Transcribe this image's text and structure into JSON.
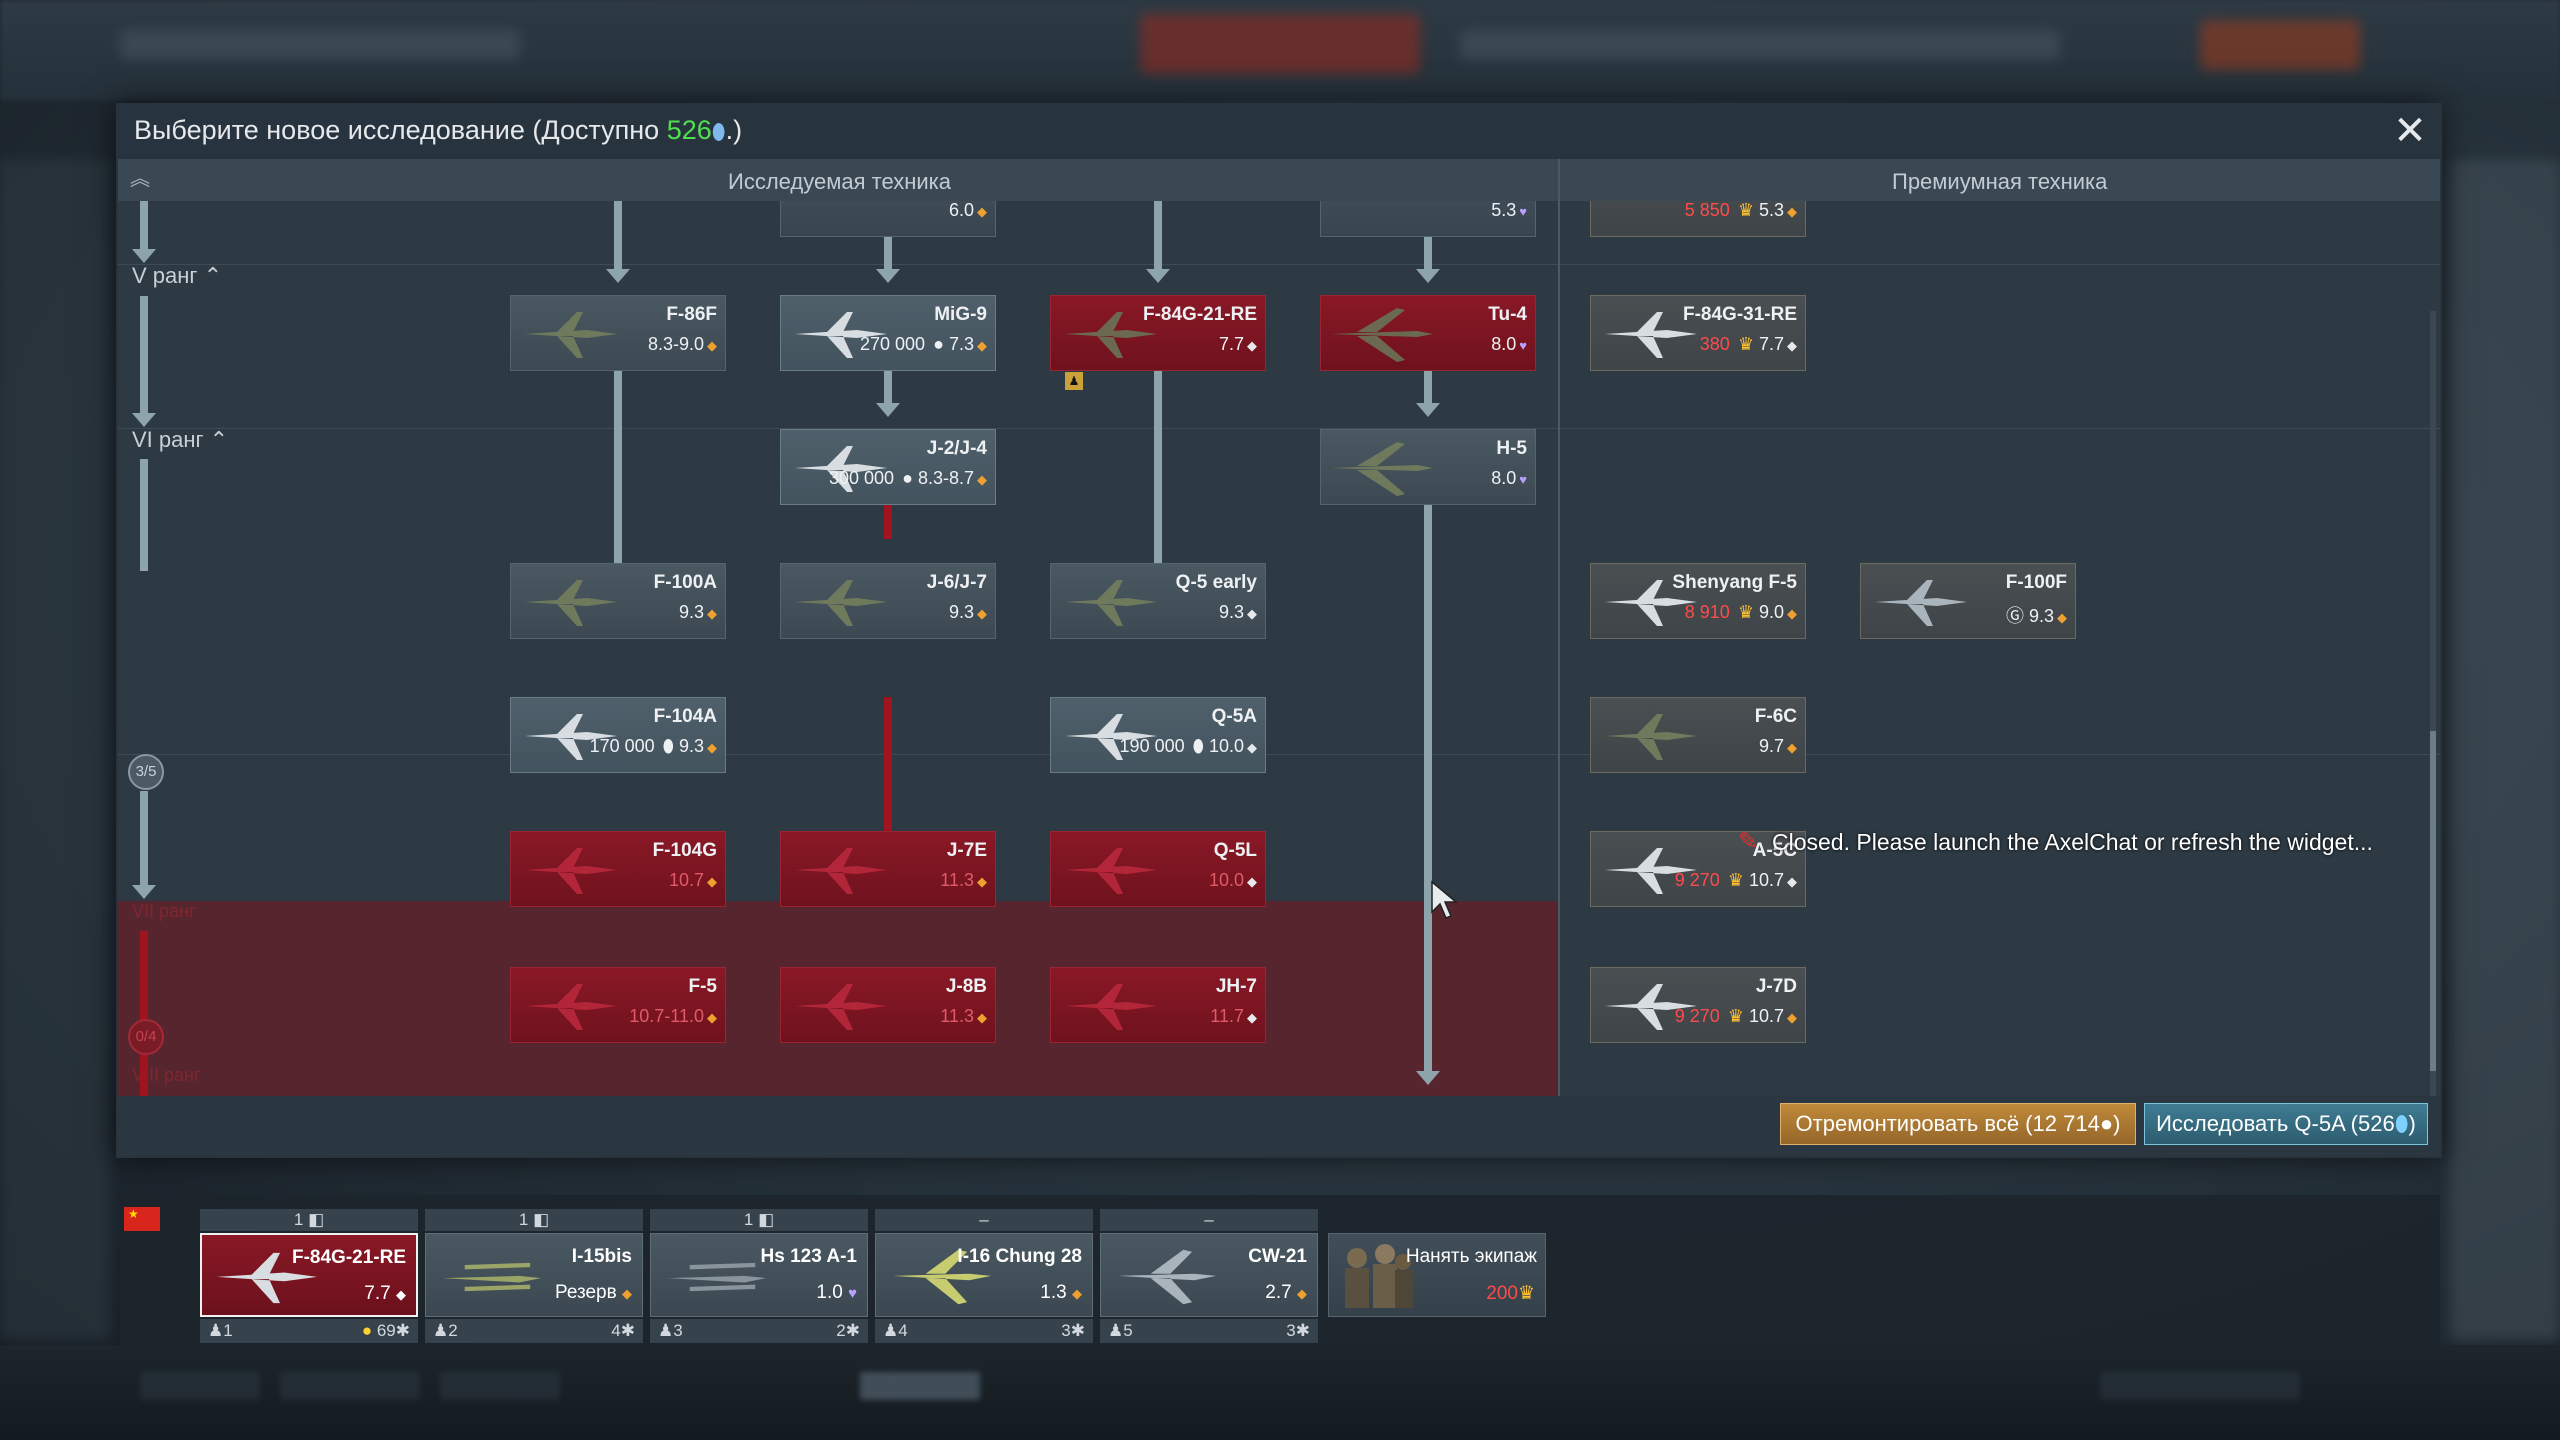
{
  "modal": {
    "title_prefix": "Выберите новое исследование (Доступно ",
    "title_points": "526",
    "title_suffix": ".)",
    "close": "✕"
  },
  "headers": {
    "researchable": "Исследуемая техника",
    "premium": "Премиумная техника"
  },
  "ranks": {
    "r5": "V ранг",
    "r6": "VI ранг",
    "r7": "VII ранг",
    "r8": "VIII ранг",
    "r6_progress": "3/5",
    "r7_progress": "0/4"
  },
  "top_partial": [
    {
      "br": "6.0",
      "id": "top-col2"
    },
    {
      "br": "5.3",
      "id": "top-col4"
    },
    {
      "cost": "5 850",
      "br": "5.3",
      "id": "top-prem"
    }
  ],
  "cards": {
    "f86f": {
      "name": "F-86F",
      "br": "8.3-9.0"
    },
    "mig9": {
      "name": "MiG-9",
      "cost": "270 000",
      "br": "7.3"
    },
    "f84g21": {
      "name": "F-84G-21-RE",
      "br": "7.7"
    },
    "tu4": {
      "name": "Tu-4",
      "br": "8.0"
    },
    "f84g31": {
      "name": "F-84G-31-RE",
      "cost": "380",
      "br": "7.7"
    },
    "j2": {
      "name": "J-2/J-4",
      "cost": "300 000",
      "br": "8.3-8.7"
    },
    "h5": {
      "name": "H-5",
      "br": "8.0"
    },
    "f100a": {
      "name": "F-100A",
      "br": "9.3"
    },
    "j6": {
      "name": "J-6/J-7",
      "br": "9.3"
    },
    "q5early": {
      "name": "Q-5 early",
      "br": "9.3"
    },
    "f5shen": {
      "name": "Shenyang F-5",
      "cost": "8 910",
      "br": "9.0"
    },
    "f100f": {
      "name": "F-100F",
      "br": "9.3"
    },
    "f104a": {
      "name": "F-104A",
      "cost": "170 000",
      "br": "9.3"
    },
    "q5a": {
      "name": "Q-5A",
      "cost": "190 000",
      "br": "10.0"
    },
    "f6c": {
      "name": "F-6C",
      "br": "9.7"
    },
    "f104g": {
      "name": "F-104G",
      "br": "10.7"
    },
    "j7e": {
      "name": "J-7E",
      "br": "11.3"
    },
    "q5l": {
      "name": "Q-5L",
      "br": "10.0"
    },
    "a5c": {
      "name": "A-5C",
      "cost": "9 270",
      "br": "10.7"
    },
    "f5": {
      "name": "F-5",
      "br": "10.7-11.0"
    },
    "j8b": {
      "name": "J-8B",
      "br": "11.3"
    },
    "jh7": {
      "name": "JH-7",
      "br": "11.7"
    },
    "j7d": {
      "name": "J-7D",
      "cost": "9 270",
      "br": "10.7"
    }
  },
  "chat_message": "Closed. Please launch the AxelChat or refresh the widget...",
  "footer": {
    "repair_label": "Отремонтировать всё (12 714",
    "repair_suffix": ")",
    "research_label": "Исследовать Q-5A (526",
    "research_suffix": ")"
  },
  "slots": [
    {
      "top": "1",
      "name": "F-84G-21-RE",
      "br": "7.7",
      "num": "1",
      "right": "69",
      "active": true
    },
    {
      "top": "1",
      "name": "I-15bis",
      "br": "Резерв",
      "num": "2",
      "right": "4",
      "active": false
    },
    {
      "top": "1",
      "name": "Hs 123 A-1",
      "br": "1.0",
      "num": "3",
      "right": "2",
      "active": false
    },
    {
      "top": "–",
      "name": "I-16 Chung 28",
      "br": "1.3",
      "num": "4",
      "right": "3",
      "active": false
    },
    {
      "top": "–",
      "name": "CW-21",
      "br": "2.7",
      "num": "5",
      "right": "3",
      "active": false
    }
  ],
  "hire": {
    "label": "Нанять экипаж",
    "price": "200"
  },
  "colors": {
    "accent_green": "#4fe04f",
    "locked_red": "#8a1826",
    "line": "#8ea4ad",
    "gold": "#ffc233"
  }
}
